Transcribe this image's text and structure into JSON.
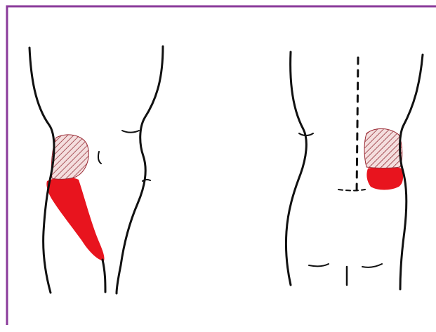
{
  "figure": {
    "views": [
      {
        "id": "front-view",
        "hatched_region": "upper",
        "solid_region": "lower"
      },
      {
        "id": "back-view",
        "hatched_region": "upper",
        "solid_region": "lower",
        "midline": "dashed"
      }
    ],
    "colors": {
      "frame": "#8a3a9a",
      "outline": "#111111",
      "solid_region": "#e8141e",
      "hatched_region_fill": "#f4dede",
      "hatch_lines": "#8a1a24",
      "background": "#ffffff"
    }
  }
}
